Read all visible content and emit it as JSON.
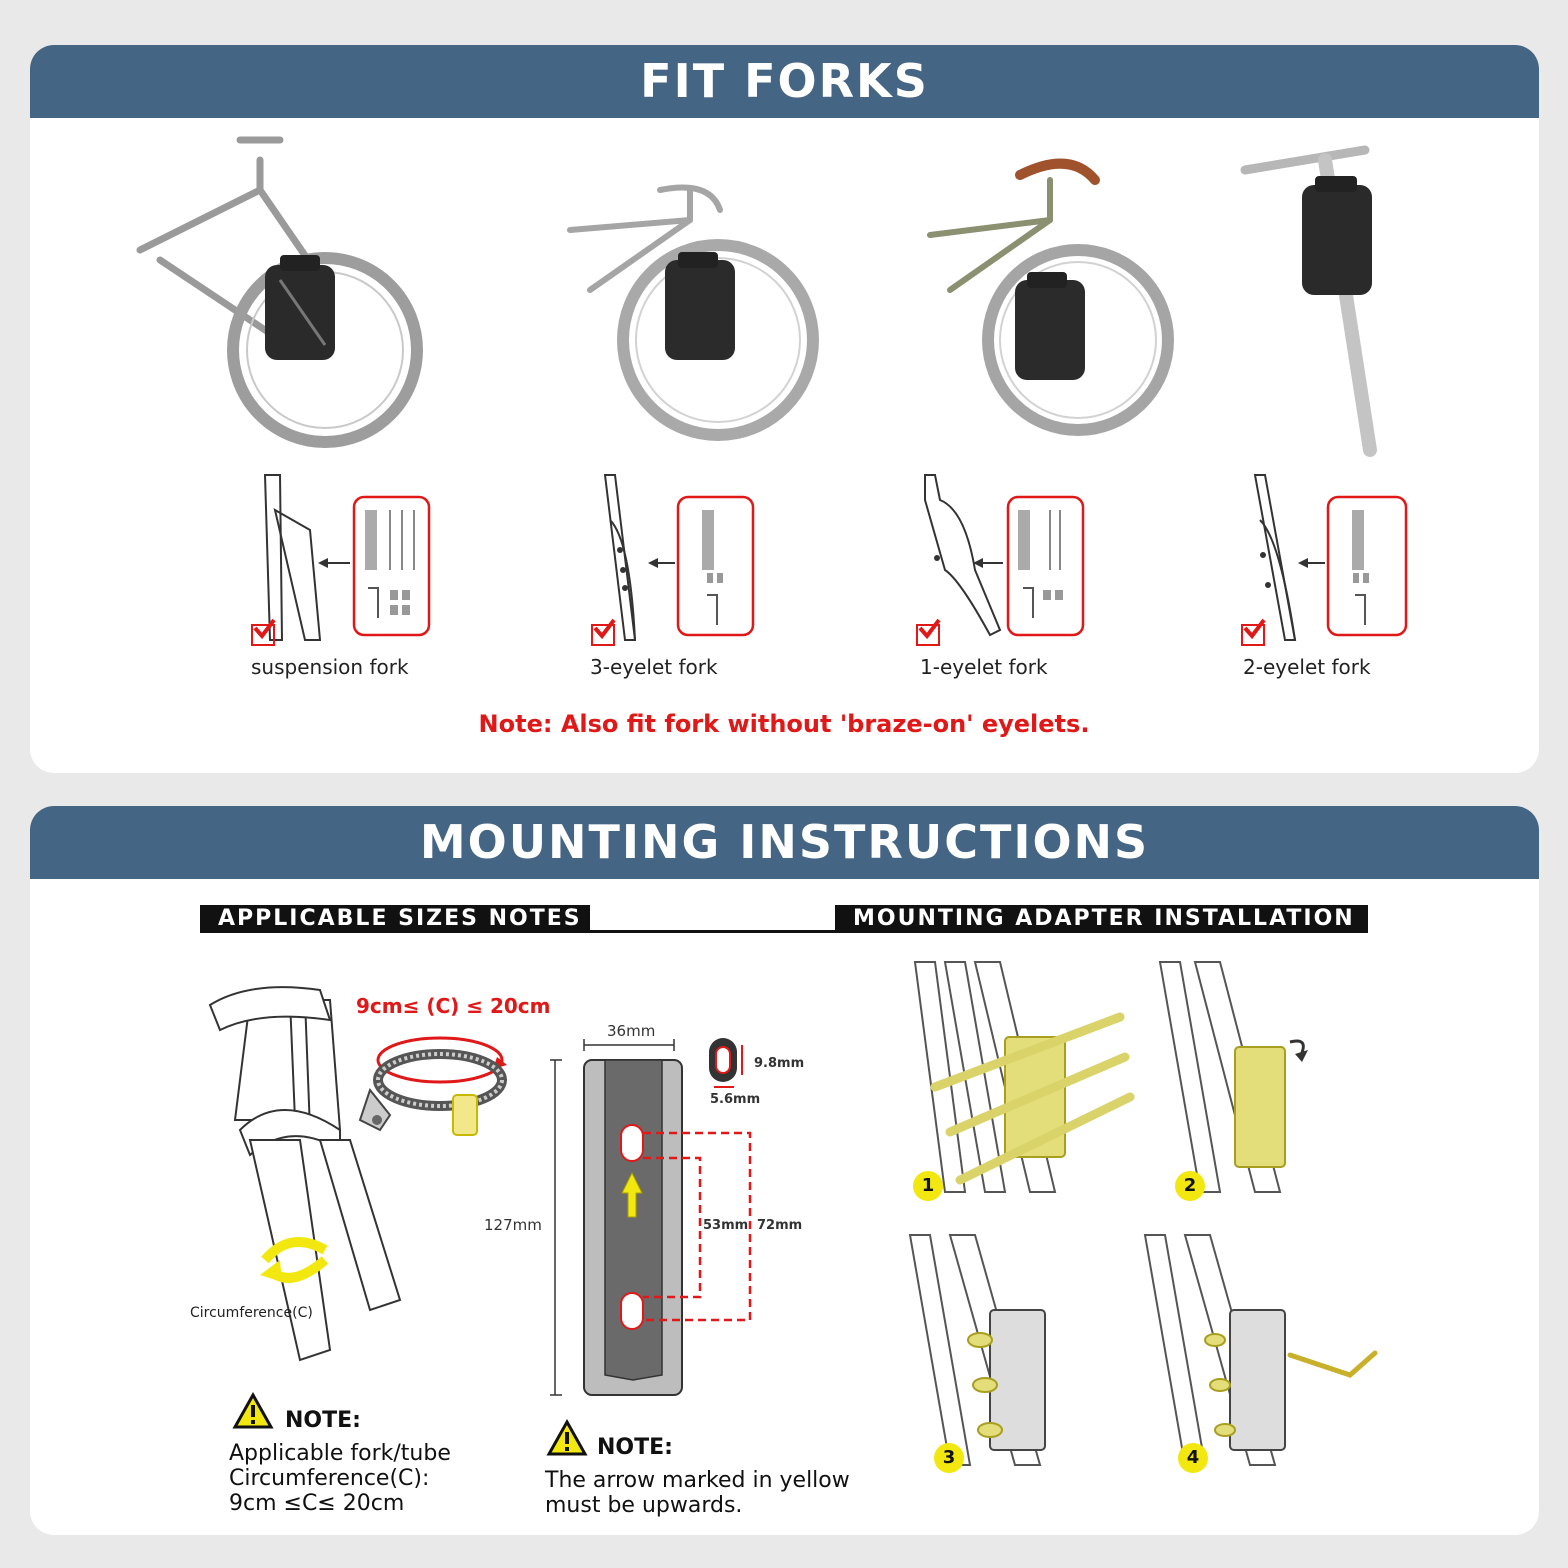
{
  "fit_forks": {
    "title": "FIT FORKS",
    "forks": [
      {
        "label": "suspension fork"
      },
      {
        "label": "3-eyelet fork"
      },
      {
        "label": "1-eyelet fork"
      },
      {
        "label": "2-eyelet fork"
      }
    ],
    "note": "Note: Also fit fork without 'braze-on' eyelets."
  },
  "mounting": {
    "title": "MOUNTING INSTRUCTIONS",
    "sizes_header": "APPLICABLE SIZES NOTES",
    "adapter_header": "MOUNTING ADAPTER INSTALLATION",
    "circ_range": "9cm≤ (C) ≤ 20cm",
    "circ_label": "Circumference(C)",
    "note1_head": "NOTE:",
    "note1_lines": [
      "Applicable fork/tube",
      "Circumference(C):",
      "9cm ≤C≤ 20cm"
    ],
    "dims": {
      "width": "36mm",
      "height": "127mm",
      "slot_h": "9.8mm",
      "slot_w": "5.6mm",
      "d1": "53mm",
      "d2": "72mm"
    },
    "note2_head": "NOTE:",
    "note2_lines": [
      "The arrow marked in yellow",
      "must be upwards."
    ],
    "steps": [
      "1",
      "2",
      "3",
      "4"
    ]
  },
  "colors": {
    "banner": "#456584",
    "accent_red": "#e01818",
    "accent_yellow": "#f2e80f",
    "frame": "#555555"
  }
}
